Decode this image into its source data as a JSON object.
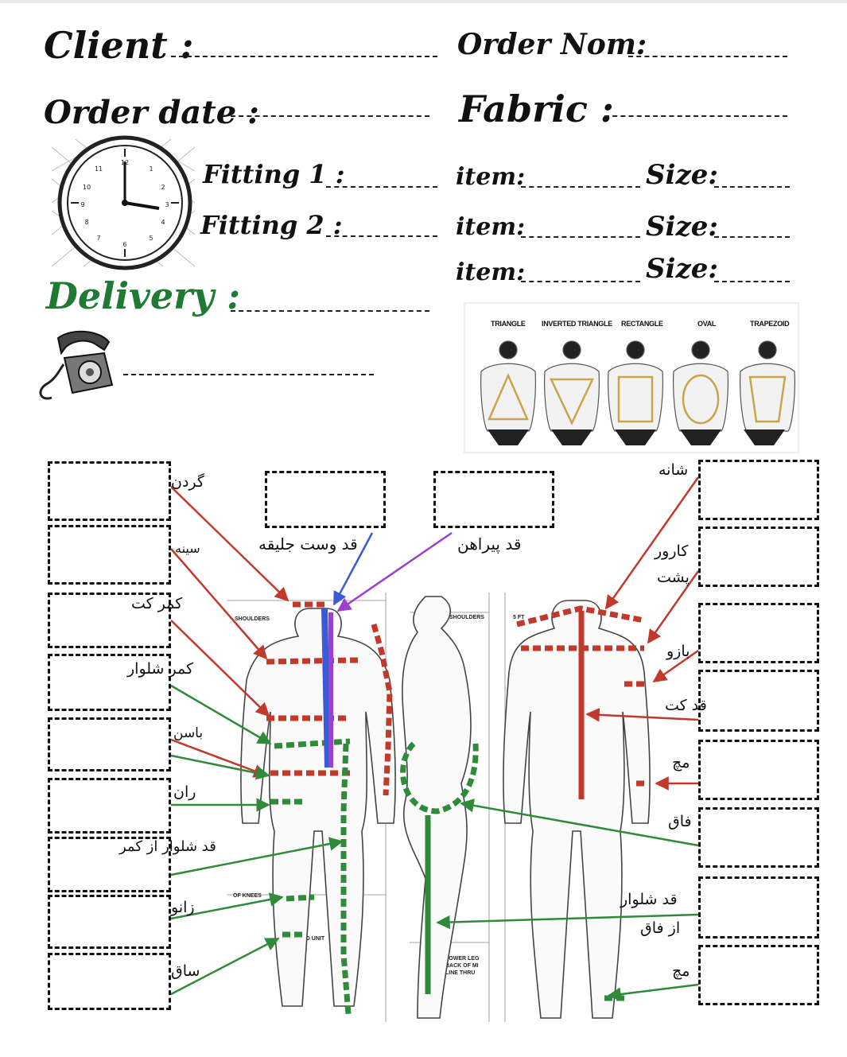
{
  "header": {
    "client_label": "Client :",
    "order_num_label": "Order Nom:",
    "order_date_label": "Order date :",
    "fabric_label": "Fabric :",
    "fitting1_label": "Fitting 1 :",
    "fitting2_label": "Fitting 2 :",
    "item_label": "item:",
    "size_label": "Size:",
    "delivery_label": "Delivery :"
  },
  "colors": {
    "delivery": "#1f7a33",
    "red_line": "#c0392b",
    "green_line": "#2e8b3a",
    "blue_line": "#3b5bd6",
    "purple_line": "#9b3fd0",
    "gold_shape": "#c9a44a"
  },
  "icons": [
    "clock-icon",
    "telephone-icon"
  ],
  "body_shapes": {
    "labels": [
      "TRIANGLE",
      "INVERTED TRIANGLE",
      "RECTANGLE",
      "OVAL",
      "TRAPEZOID"
    ]
  },
  "measurements": {
    "left": [
      {
        "label": "گردن"
      },
      {
        "label": "سینه"
      },
      {
        "label": "کمر  کت"
      },
      {
        "label": "کمر  شلوار"
      },
      {
        "label": "باسن"
      },
      {
        "label": "ران"
      },
      {
        "label": "قد  شلوار  از  کمر"
      },
      {
        "label": "زانو"
      },
      {
        "label": "ساق"
      }
    ],
    "top": [
      {
        "label": "قد  وست  جلیقه"
      },
      {
        "label": "قد  پیراهن"
      }
    ],
    "right": [
      {
        "label": "شانه"
      },
      {
        "label": "کارور"
      },
      {
        "label": "پشت"
      },
      {
        "label": "بازو"
      },
      {
        "label": "قد  کت"
      },
      {
        "label": "مچ"
      },
      {
        "label": "فاق"
      },
      {
        "label": "قد  شلوار"
      },
      {
        "label": "از  فاق"
      },
      {
        "label": "مچ"
      }
    ]
  },
  "figure_text": {
    "shoulders": "SHOULDERS",
    "shoulders2": "SHOULDERS",
    "ft": "5 FT",
    "knees": "OF KNEES",
    "head_unit": "HEAD UNIT",
    "lower_leg": "LOWER LEG",
    "back_of": "BACK OF MI",
    "line_thru": "LINE THRU"
  }
}
